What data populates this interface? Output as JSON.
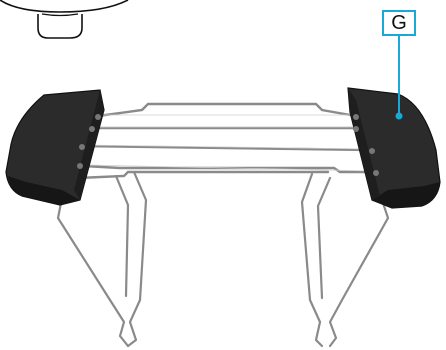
{
  "callout": {
    "label": "G",
    "accent_color": "#1aa8d6",
    "target": "handle"
  },
  "colors": {
    "handle_fill": "#2b2b2b",
    "handle_shadow": "#161616",
    "wire": "#8a8a8a",
    "outline": "#111111"
  },
  "icons": [
    "wire-rack",
    "handle",
    "lid-knob"
  ]
}
